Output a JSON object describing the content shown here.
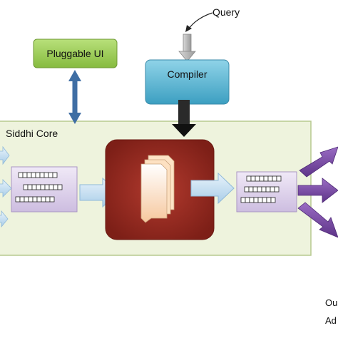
{
  "labels": {
    "query": "Query",
    "pluggable_ui": "Pluggable UI",
    "compiler": "Compiler",
    "siddhi_core": "Siddhi Core",
    "output_cut_1": "Ou",
    "output_cut_2": "Ad"
  },
  "colors": {
    "core_fill": "#eef3dd",
    "core_border": "#b7c98f",
    "pluggable_fill": "#9ccf55",
    "compiler_fill": "#5fb8d3",
    "processor_fill": "#9b2f25",
    "queue_fill": "#d9cce9",
    "output_arrow": "#7b4ea3",
    "vertical_arrow": "#3f6ea4",
    "input_arrow": "#bcd9ef"
  },
  "icons": {
    "query_processor": "document-stack-icon",
    "queue": "event-queue-icon"
  }
}
